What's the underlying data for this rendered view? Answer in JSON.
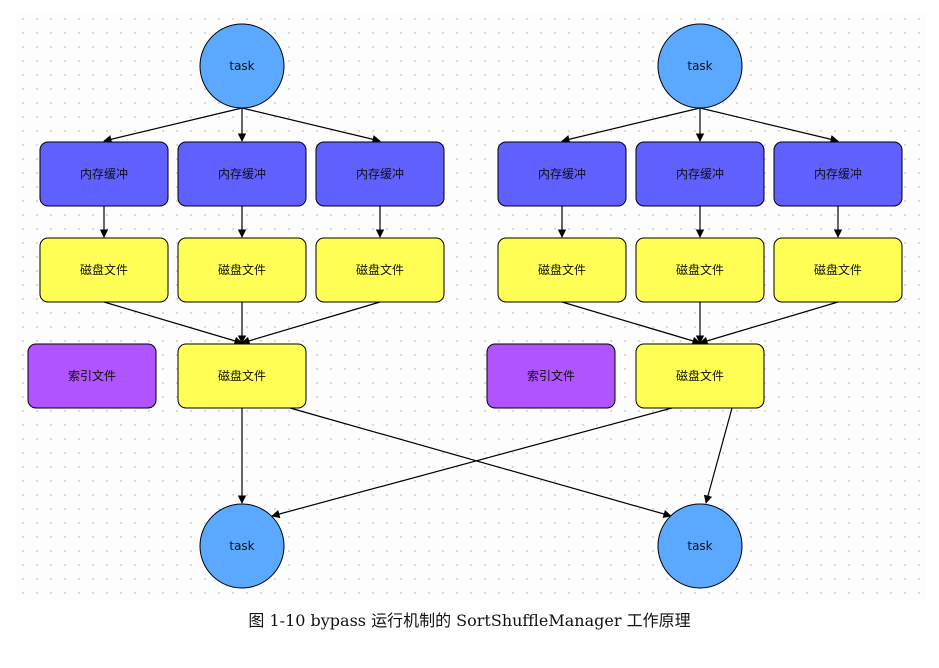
{
  "labels": {
    "task": "task",
    "buffer": "内存缓冲",
    "disk": "磁盘文件",
    "index": "索引文件"
  },
  "colors": {
    "task": "#5aa9ff",
    "buffer": "#6060ff",
    "disk": "#ffff55",
    "index": "#b054ff",
    "stroke": "#000000"
  },
  "caption": "图 1-10 bypass 运行机制的 SortShuffleManager 工作原理"
}
